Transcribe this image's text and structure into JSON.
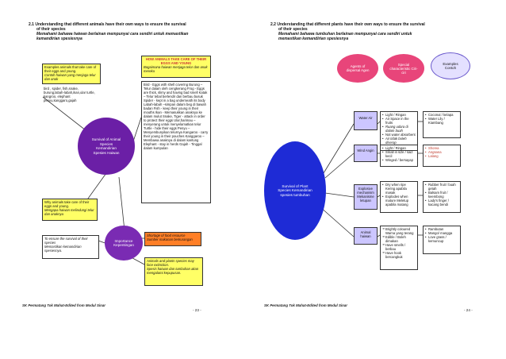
{
  "left": {
    "heading": {
      "line1": "2.1  Understanding that different animals have their own ways to ensure the survival",
      "line2": "of their species",
      "line3": "Memahami bahawa haiwan berlainan mempunyai cara sendiri untuk memastikan",
      "line4": "kemandirian spesiesnya"
    },
    "examples_box": {
      "text": "Examples animals that take care of their eggs and young.",
      "malay": "Contoh haiwan yang menjaga telur dan anak"
    },
    "examples_list": "bird , spider, fish,snake, burung,labah-labah,ikan,ular turtle, kangroo, elephant penyu,kanggaro,gajah",
    "how_box": {
      "title": "HOW ANIMALS TAKE CARE OF THEIR EGGS AND YOUNG",
      "subtitle": "Bagaimana haiwan menjaga telur dan anak mereka"
    },
    "how_list": "Bird - Eggs with shell covering Burung – Telur dalam oleh cengkerang Frog - Eggs are thick, slimy and having bad smell Katak – Telur tebal berlendir dan berbau busuk Spider - kept in a bag underneath its body Labah-labah –simpan dalam beg di bawah badan Fish - keep their young in their mouths Ikan - Memasukkan anaknya ke dalam mulut Snake, Tiger - attack in order to protect their eggs Ular,harimau – menyerang untuk menyelamatkan telur Turtle - hide their eggs Penyu – Menyembunyikan telurnya Kangaroo - carry their young in their pouches Kanggaroo – Membawa anaknya di dalam kantung Elephant - stay in herds Gajah - Tinggal dalam kumpulan",
    "center_circle": "Survival of Animal Species Kemandirian Spesies Haiwan",
    "why_box": {
      "text": "Why animals take care of their eggs and young.",
      "malay": "Mengapa haiwan melindungi telur dan anaknya"
    },
    "ensure_box": {
      "text": "To ensure the survival of their species",
      "malay": "Memastikan kemandirian spesiesnya."
    },
    "importance_circle": "Importance Kepentingan",
    "shortage_box": {
      "text": "Shortage of food resource",
      "malay": "Sumber makanan berkurangan"
    },
    "extinction_box": {
      "text": "Animals and plants species may face extinction.",
      "malay": "Spesis haiwan dan tumbuhan akan mengalami kepupusan."
    },
    "footer": "SK Permatang Tok Mahat-Edited from Modul Sinar",
    "page_number": "- 23 -"
  },
  "right": {
    "heading": {
      "line1": "2.2  Understanding that different plants have their own ways to ensure the survival",
      "line2": "of their species",
      "line3": "Memahami bahawa tumbuhan berlainan mempunyai cara sendiri untuk",
      "line4": "memastikan kemandirian spesiesnya"
    },
    "agents_oval": "Agents of dispersal Agen",
    "special_oval": "Special characteristic Ciri-ciri",
    "examples_oval": "Examples Contoh",
    "center_circle": "Survival of Plant Species Kemandirian spesies tumbuhan",
    "water_label": "Water Air",
    "water_chars": [
      "Light / Ringan",
      "Air Space in the fruits",
      "Ruang udara di dalam buah",
      "Not water absorbent",
      "Air tidak boleh diserap"
    ],
    "water_examples": [
      "Coconut / kelapa",
      "Water Lily / Kiambang"
    ],
    "wind_label": "Wind Angin",
    "wind_chars": [
      "Light / Ringan",
      "Small in size / saiz kecil",
      "Winged / bersayap"
    ],
    "wind_examples": [
      "Shorea",
      "Angsana",
      "Lalang"
    ],
    "explosive_label": "Explosive mechanism Mekanisme letupan",
    "explosive_chars": [
      "Dry when ripe Kering apabila masak",
      "Explodes when mature Meletup apabila matang"
    ],
    "explosive_examples": [
      "Rubber fruit / buah getah",
      "Balsam fruit / keembong",
      "Lady's finger / kacang bendi"
    ],
    "animal_label": "Animal haiwan",
    "animal_chars": [
      "Brightly coloured Warna yang terang",
      "Edible / Boleh dimakan",
      "Have smells / berbau",
      "Have hook bercangkuk"
    ],
    "animal_examples": [
      "Rambutan",
      "Mango/ mangga",
      "Love grass / kemuncup"
    ],
    "footer": "SK Permatang Tok Mahat-Edited from Modul Sinar",
    "page_number": "- 24 -"
  }
}
